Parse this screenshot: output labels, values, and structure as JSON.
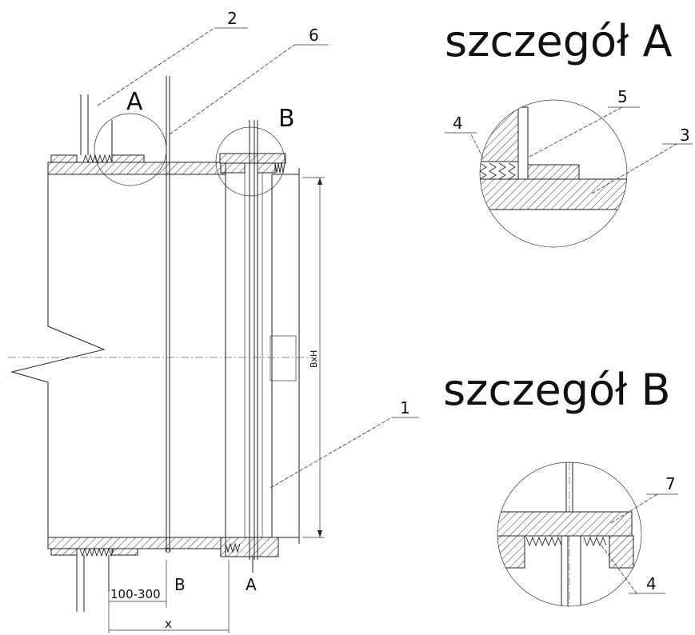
{
  "titles": {
    "detail_a": "szczegół A",
    "detail_b": "szczegół B"
  },
  "callouts": {
    "c1": "1",
    "c2": "2",
    "c3": "3",
    "c4_top": "4",
    "c4_bottom": "4",
    "c5": "5",
    "c6": "6",
    "c7": "7"
  },
  "view_markers": {
    "a_top": "A",
    "b_top": "B",
    "a_bottom": "A",
    "b_bottom": "B"
  },
  "dimensions": {
    "range": "100-300",
    "x": "x",
    "size": "BxH"
  }
}
